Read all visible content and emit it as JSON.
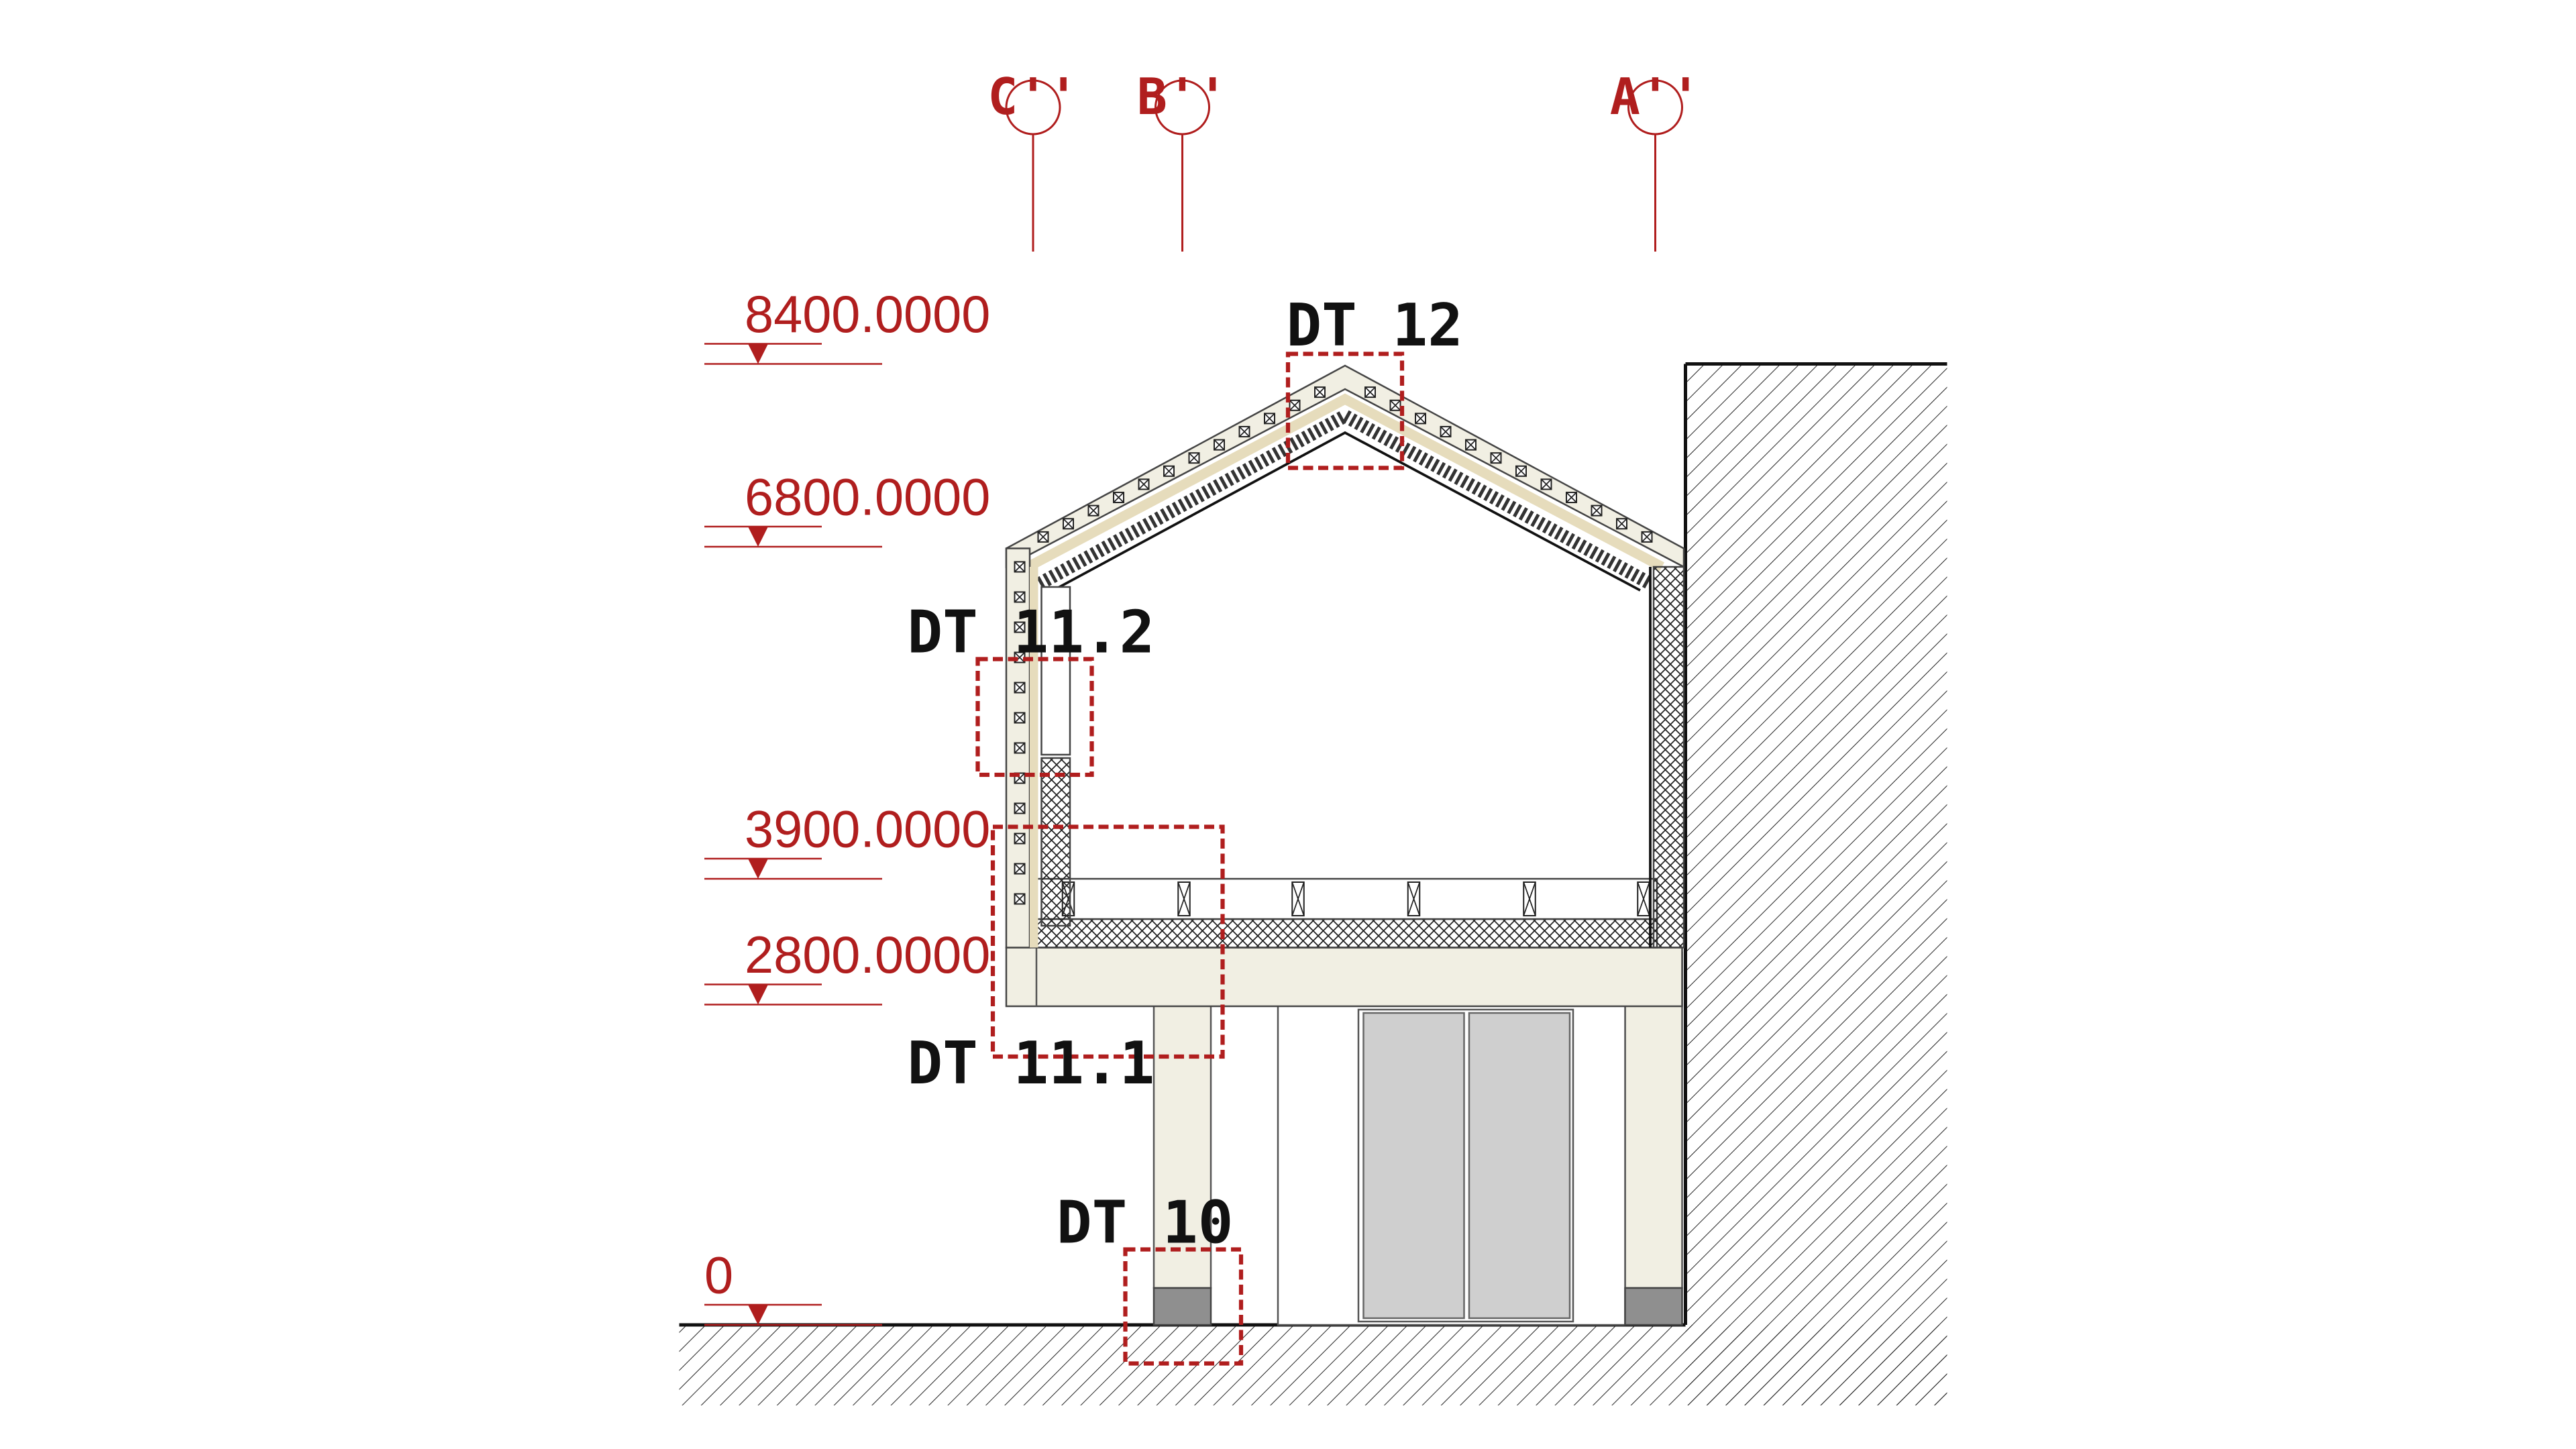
{
  "colors": {
    "annotation": "#b01e1e",
    "structure": "#f1efe3",
    "timber": "#e6dcbc",
    "glass": "#cfcfcf",
    "footing": "#8f8f8f",
    "outline": "#111111"
  },
  "grid_axes": [
    {
      "id": "c",
      "label": "C''"
    },
    {
      "id": "b",
      "label": "B''"
    },
    {
      "id": "a",
      "label": "A''"
    }
  ],
  "levels": [
    {
      "id": "l8400",
      "label": "8400.0000"
    },
    {
      "id": "l6800",
      "label": "6800.0000"
    },
    {
      "id": "l3900",
      "label": "3900.0000"
    },
    {
      "id": "l2800",
      "label": "2800.0000"
    },
    {
      "id": "l0",
      "label": "0"
    }
  ],
  "details": [
    {
      "id": "dt12",
      "label": "DT 12"
    },
    {
      "id": "dt112",
      "label": "DT 11.2"
    },
    {
      "id": "dt111",
      "label": "DT 11.1"
    },
    {
      "id": "dt10",
      "label": "DT 10"
    }
  ]
}
